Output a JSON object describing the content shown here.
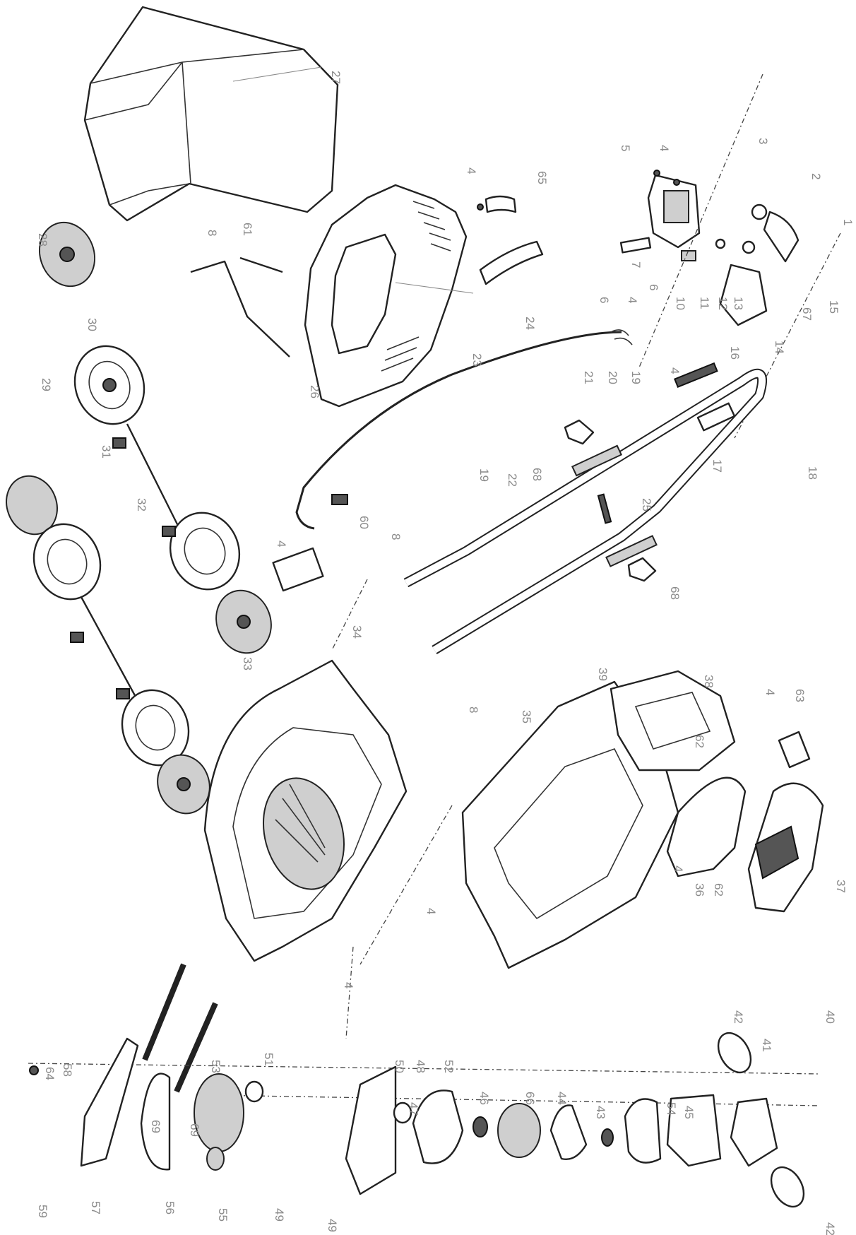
{
  "callouts": [
    {
      "id": "c27",
      "label": "27"
    },
    {
      "id": "c28",
      "label": "28"
    },
    {
      "id": "c30",
      "label": "30"
    },
    {
      "id": "c29",
      "label": "29"
    },
    {
      "id": "c31",
      "label": "31"
    },
    {
      "id": "c32",
      "label": "32"
    },
    {
      "id": "c8a",
      "label": "8"
    },
    {
      "id": "c61",
      "label": "61"
    },
    {
      "id": "c26",
      "label": "26"
    },
    {
      "id": "c23",
      "label": "23"
    },
    {
      "id": "c4a",
      "label": "4"
    },
    {
      "id": "c65",
      "label": "65"
    },
    {
      "id": "c24",
      "label": "24"
    },
    {
      "id": "c5",
      "label": "5"
    },
    {
      "id": "c4b",
      "label": "4"
    },
    {
      "id": "c3",
      "label": "3"
    },
    {
      "id": "c2",
      "label": "2"
    },
    {
      "id": "c1",
      "label": "1"
    },
    {
      "id": "c7",
      "label": "7"
    },
    {
      "id": "c4c",
      "label": "4"
    },
    {
      "id": "c6top",
      "label": "6"
    },
    {
      "id": "c10",
      "label": "10"
    },
    {
      "id": "c11",
      "label": "11"
    },
    {
      "id": "c12",
      "label": "12"
    },
    {
      "id": "c13",
      "label": "13"
    },
    {
      "id": "c67",
      "label": "67"
    },
    {
      "id": "c15",
      "label": "15"
    },
    {
      "id": "c14",
      "label": "14"
    },
    {
      "id": "c6",
      "label": "6"
    },
    {
      "id": "c21",
      "label": "21"
    },
    {
      "id": "c20",
      "label": "20"
    },
    {
      "id": "c19a",
      "label": "19"
    },
    {
      "id": "c4d",
      "label": "4"
    },
    {
      "id": "c16",
      "label": "16"
    },
    {
      "id": "c17",
      "label": "17"
    },
    {
      "id": "c18",
      "label": "18"
    },
    {
      "id": "c68a",
      "label": "68"
    },
    {
      "id": "c19b",
      "label": "19"
    },
    {
      "id": "c22",
      "label": "22"
    },
    {
      "id": "c25",
      "label": "25"
    },
    {
      "id": "c60",
      "label": "60"
    },
    {
      "id": "c8b",
      "label": "8"
    },
    {
      "id": "c68b",
      "label": "68"
    },
    {
      "id": "c4e",
      "label": "4"
    },
    {
      "id": "c34",
      "label": "34"
    },
    {
      "id": "c33",
      "label": "33"
    },
    {
      "id": "c39",
      "label": "39"
    },
    {
      "id": "c38",
      "label": "38"
    },
    {
      "id": "c35",
      "label": "35"
    },
    {
      "id": "c8c",
      "label": "8"
    },
    {
      "id": "c4f",
      "label": "4"
    },
    {
      "id": "c63",
      "label": "63"
    },
    {
      "id": "c62a",
      "label": "62"
    },
    {
      "id": "c37",
      "label": "37"
    },
    {
      "id": "c4g",
      "label": "4"
    },
    {
      "id": "c36",
      "label": "36"
    },
    {
      "id": "c62b",
      "label": "62"
    },
    {
      "id": "c4h",
      "label": "4"
    },
    {
      "id": "c4i",
      "label": "4"
    },
    {
      "id": "c69a",
      "label": "69"
    },
    {
      "id": "c69b",
      "label": "69"
    },
    {
      "id": "c42a",
      "label": "42"
    },
    {
      "id": "c40",
      "label": "40"
    },
    {
      "id": "c41",
      "label": "41"
    },
    {
      "id": "c42b",
      "label": "42"
    },
    {
      "id": "c58",
      "label": "58"
    },
    {
      "id": "c64",
      "label": "64"
    },
    {
      "id": "c59",
      "label": "59"
    },
    {
      "id": "c57",
      "label": "57"
    },
    {
      "id": "c56",
      "label": "56"
    },
    {
      "id": "c53",
      "label": "53"
    },
    {
      "id": "c55",
      "label": "55"
    },
    {
      "id": "c51",
      "label": "51"
    },
    {
      "id": "c49a",
      "label": "49"
    },
    {
      "id": "c50",
      "label": "50"
    },
    {
      "id": "c49b",
      "label": "49"
    },
    {
      "id": "c48",
      "label": "48"
    },
    {
      "id": "c52",
      "label": "52"
    },
    {
      "id": "c47",
      "label": "47"
    },
    {
      "id": "c46",
      "label": "46"
    },
    {
      "id": "c66",
      "label": "66"
    },
    {
      "id": "c44",
      "label": "44"
    },
    {
      "id": "c43",
      "label": "43"
    },
    {
      "id": "c54",
      "label": "54"
    },
    {
      "id": "c45",
      "label": "45"
    }
  ]
}
